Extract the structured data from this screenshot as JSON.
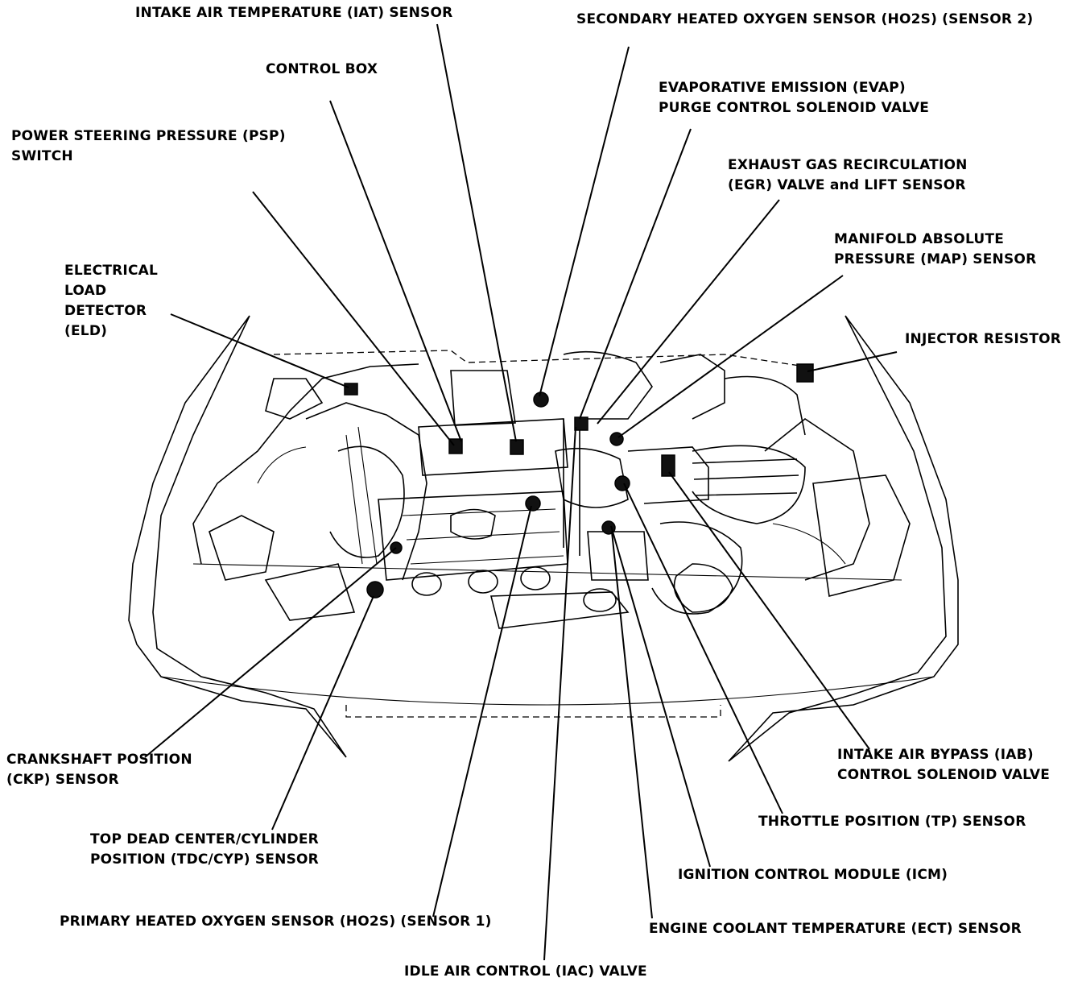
{
  "labels": {
    "iat": [
      "INTAKE AIR TEMPERATURE (IAT) SENSOR"
    ],
    "ho2s2": [
      "SECONDARY HEATED OXYGEN SENSOR (HO2S) (SENSOR 2)"
    ],
    "control_box": [
      "CONTROL BOX"
    ],
    "evap": [
      "EVAPORATIVE EMISSION (EVAP)",
      "PURGE CONTROL SOLENOID VALVE"
    ],
    "psp": [
      "POWER STEERING PRESSURE (PSP)",
      "SWITCH"
    ],
    "egr": [
      "EXHAUST GAS RECIRCULATION",
      "(EGR) VALVE and LIFT SENSOR"
    ],
    "map": [
      "MANIFOLD ABSOLUTE",
      "PRESSURE (MAP) SENSOR"
    ],
    "eld": [
      "ELECTRICAL",
      "LOAD",
      "DETECTOR",
      "(ELD)"
    ],
    "injector": [
      "INJECTOR RESISTOR"
    ],
    "ckp": [
      "CRANKSHAFT POSITION",
      "(CKP) SENSOR"
    ],
    "iab": [
      "INTAKE AIR BYPASS (IAB)",
      "CONTROL SOLENOID VALVE"
    ],
    "tp": [
      "THROTTLE POSITION (TP) SENSOR"
    ],
    "tdc": [
      "TOP DEAD CENTER/CYLINDER",
      "POSITION (TDC/CYP) SENSOR"
    ],
    "icm": [
      "IGNITION CONTROL MODULE (ICM)"
    ],
    "ho2s1": [
      "PRIMARY HEATED OXYGEN SENSOR (HO2S) (SENSOR 1)"
    ],
    "ect": [
      "ENGINE COOLANT TEMPERATURE (ECT) SENSOR"
    ],
    "iac": [
      "IDLE AIR CONTROL (IAC) VALVE"
    ]
  }
}
